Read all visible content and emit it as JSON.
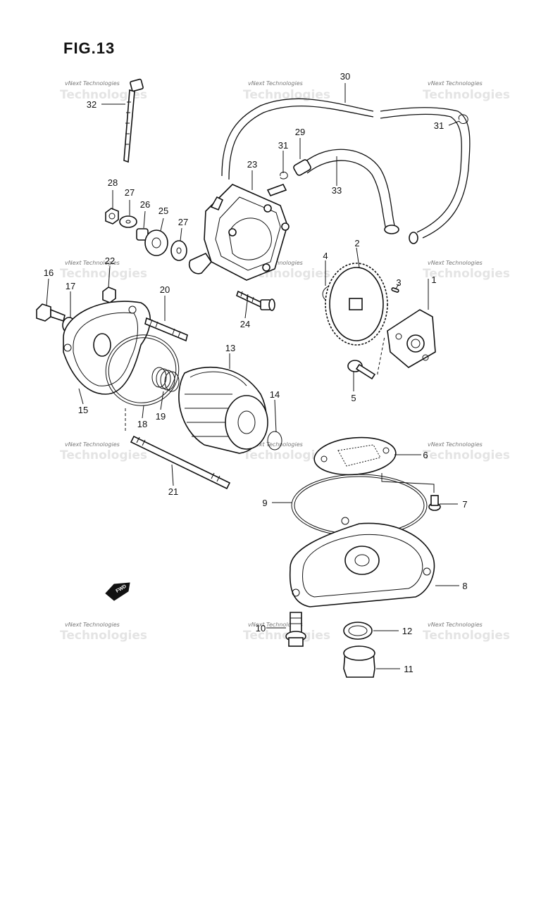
{
  "figure": {
    "title": "FIG.13"
  },
  "watermark": {
    "text": "vNext Technologies",
    "shadow_text": "Technologies"
  },
  "fwd_marker": {
    "label": "FWD"
  },
  "callouts": [
    {
      "id": "c1",
      "label": "1"
    },
    {
      "id": "c2",
      "label": "2"
    },
    {
      "id": "c3",
      "label": "3"
    },
    {
      "id": "c4",
      "label": "4"
    },
    {
      "id": "c5",
      "label": "5"
    },
    {
      "id": "c6",
      "label": "6"
    },
    {
      "id": "c7",
      "label": "7"
    },
    {
      "id": "c8",
      "label": "8"
    },
    {
      "id": "c9",
      "label": "9"
    },
    {
      "id": "c10",
      "label": "10"
    },
    {
      "id": "c11",
      "label": "11"
    },
    {
      "id": "c12",
      "label": "12"
    },
    {
      "id": "c13",
      "label": "13"
    },
    {
      "id": "c14",
      "label": "14"
    },
    {
      "id": "c15",
      "label": "15"
    },
    {
      "id": "c16",
      "label": "16"
    },
    {
      "id": "c17",
      "label": "17"
    },
    {
      "id": "c18",
      "label": "18"
    },
    {
      "id": "c19",
      "label": "19"
    },
    {
      "id": "c20",
      "label": "20"
    },
    {
      "id": "c21",
      "label": "21"
    },
    {
      "id": "c22",
      "label": "22"
    },
    {
      "id": "c23",
      "label": "23"
    },
    {
      "id": "c24",
      "label": "24"
    },
    {
      "id": "c25",
      "label": "25"
    },
    {
      "id": "c26",
      "label": "26"
    },
    {
      "id": "c27a",
      "label": "27"
    },
    {
      "id": "c27b",
      "label": "27"
    },
    {
      "id": "c28",
      "label": "28"
    },
    {
      "id": "c29",
      "label": "29"
    },
    {
      "id": "c30",
      "label": "30"
    },
    {
      "id": "c31a",
      "label": "31"
    },
    {
      "id": "c31b",
      "label": "31"
    },
    {
      "id": "c32",
      "label": "32"
    },
    {
      "id": "c33",
      "label": "33"
    }
  ]
}
